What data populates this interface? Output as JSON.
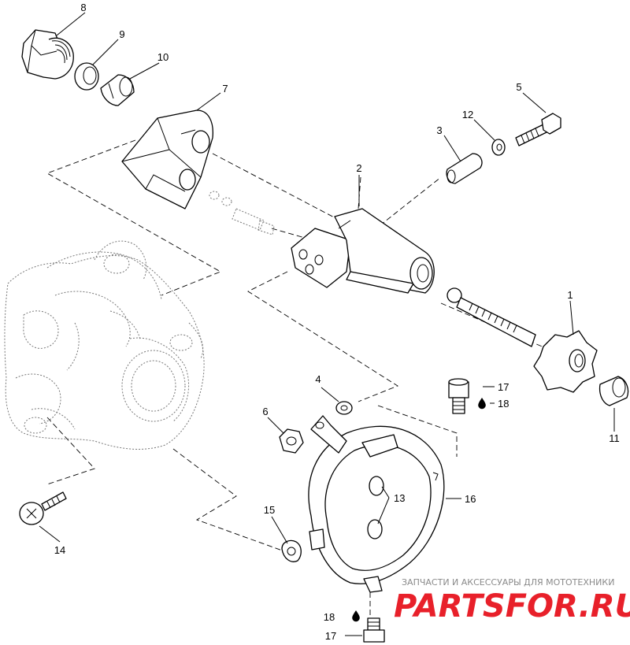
{
  "callouts": {
    "c1": "1",
    "c2": "2",
    "c3": "3",
    "c4": "4",
    "c5": "5",
    "c6": "6",
    "c7": "7",
    "c8": "8",
    "c9": "9",
    "c10": "10",
    "c11": "11",
    "c12": "12",
    "c13": "13",
    "c14": "14",
    "c15": "15",
    "c16": "16",
    "c17a": "17",
    "c18a": "18",
    "c17b": "17",
    "c18b": "18"
  },
  "watermark": {
    "tagline": "ЗАПЧАСТИ И АКСЕССУАРЫ ДЛЯ МОТОТЕХНИКИ",
    "logo": "PARTSFOR.RU",
    "logo_color": "#e8202a"
  }
}
